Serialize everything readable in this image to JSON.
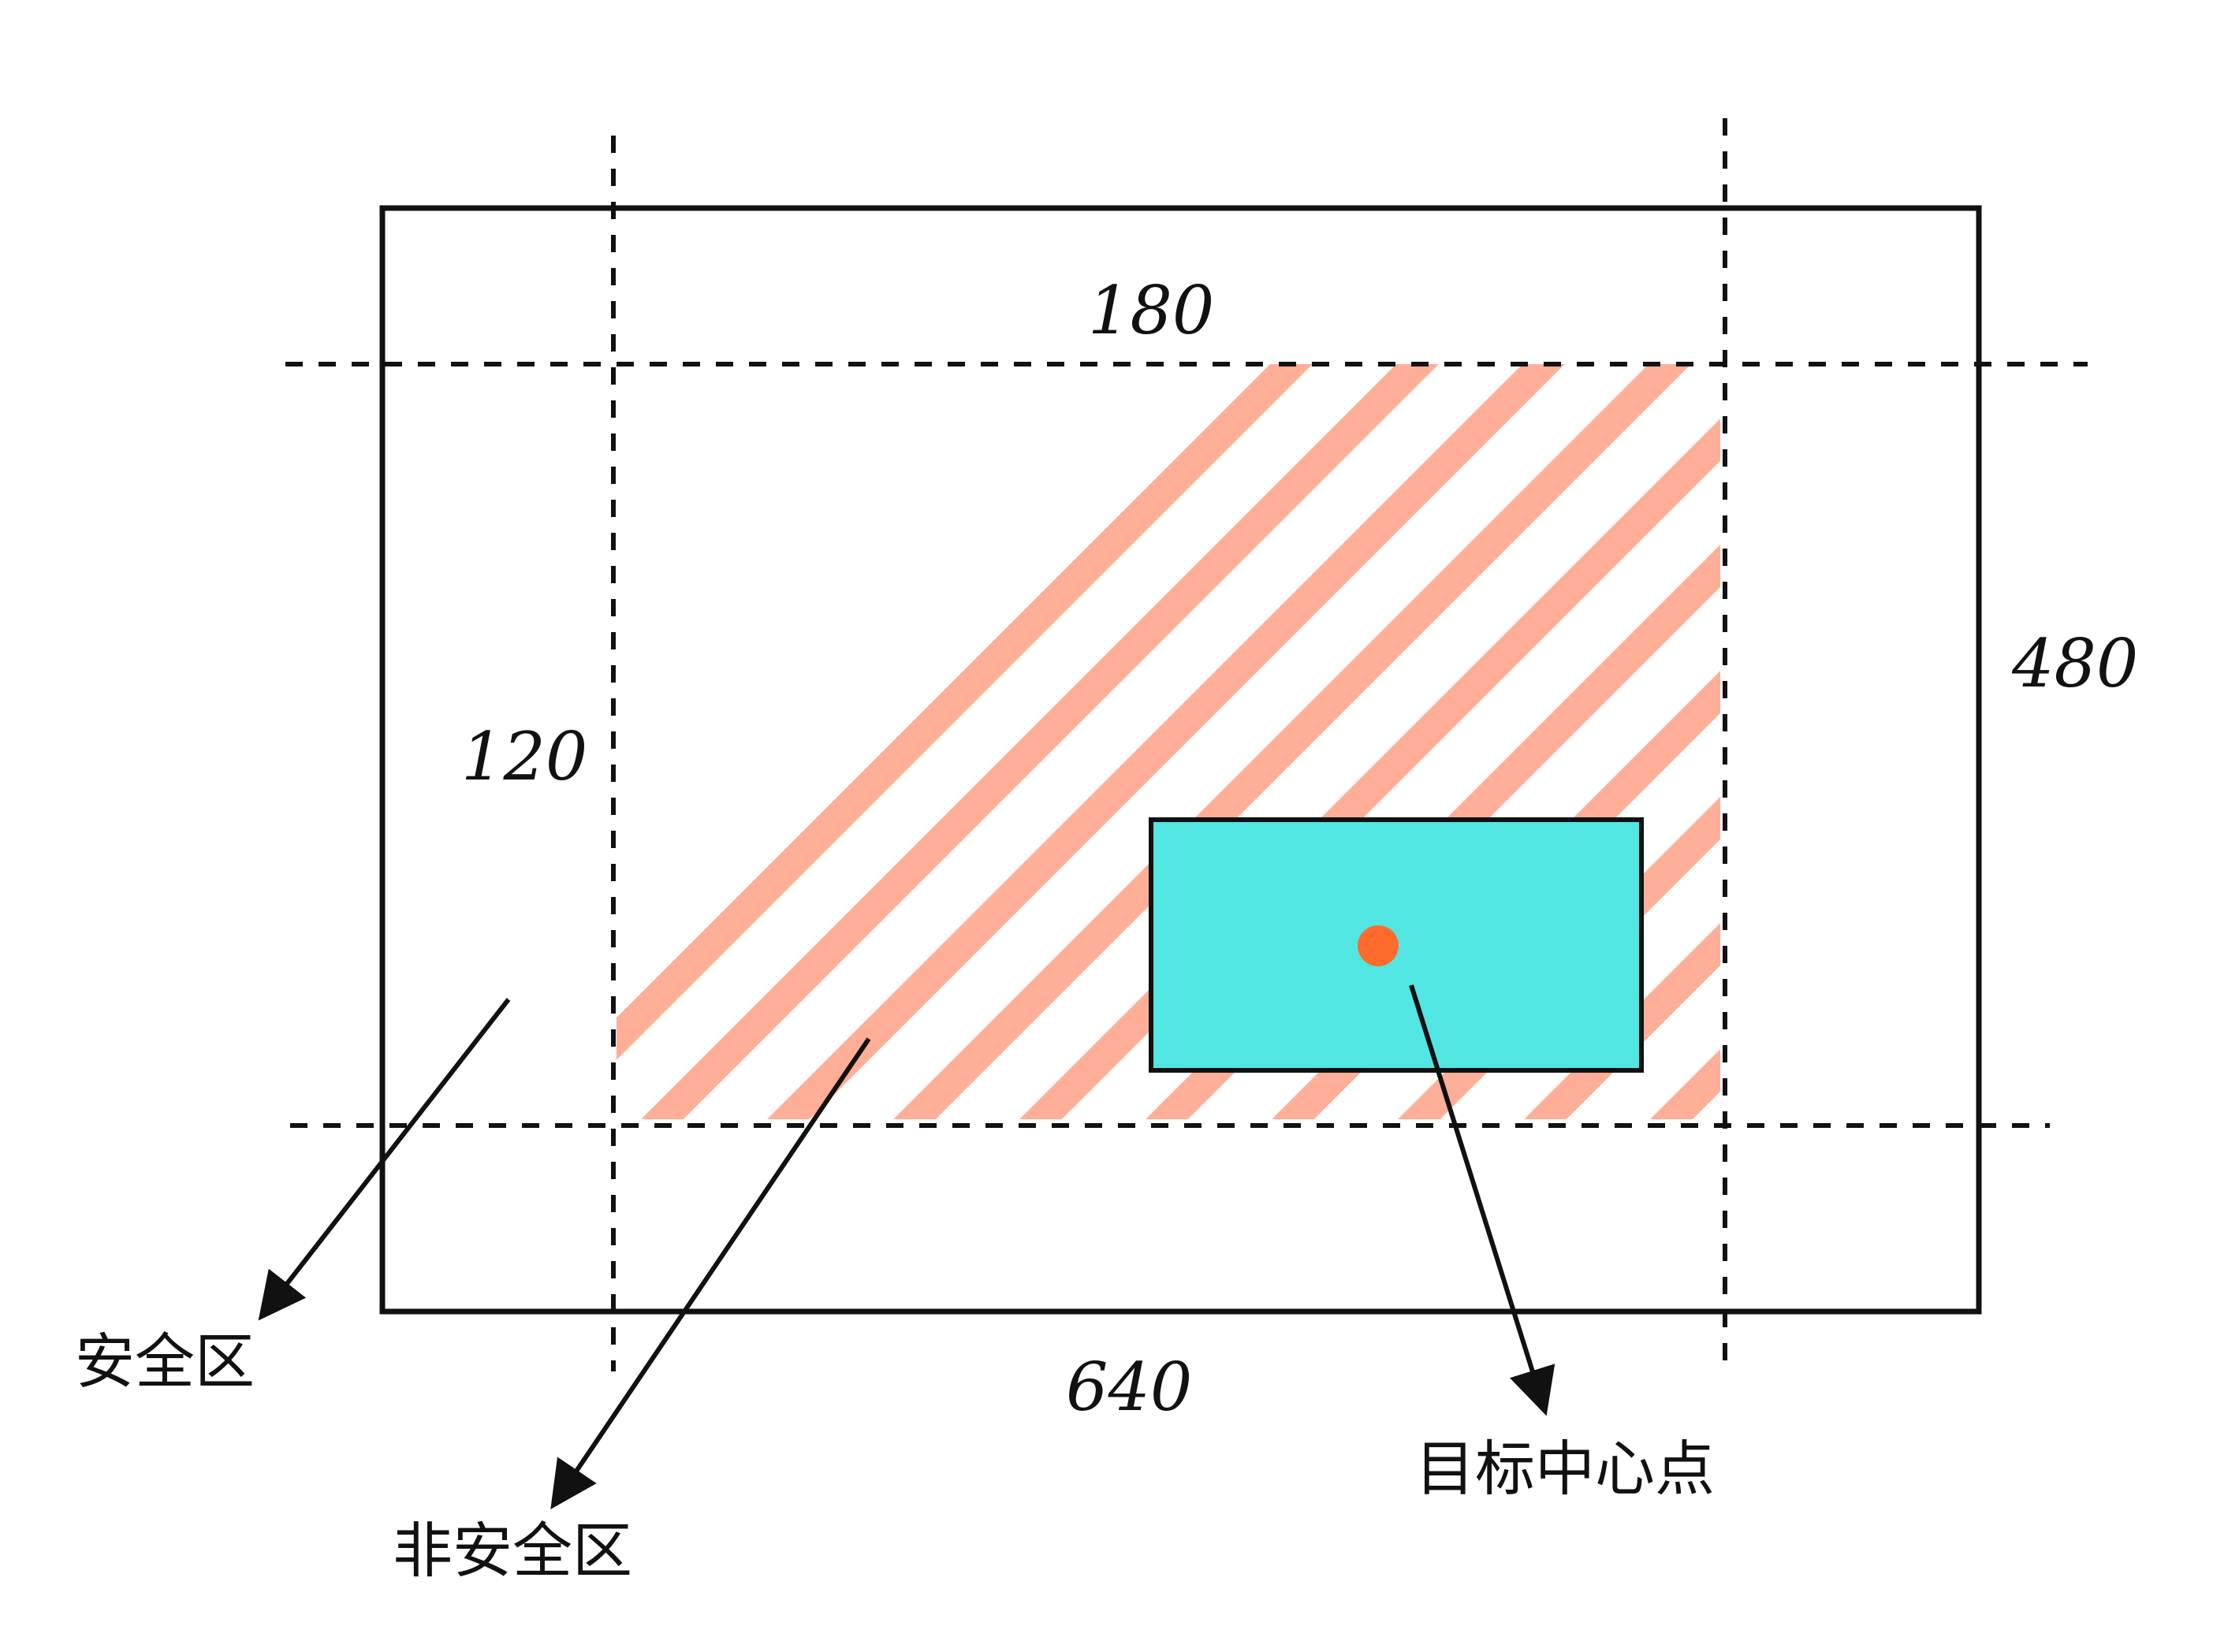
{
  "dimensions": {
    "width": "640",
    "height": "480",
    "margin_top": "180",
    "margin_left": "120"
  },
  "labels": {
    "safe_zone": "安全区",
    "unsafe_zone": "非安全区",
    "target_center": "目标中心点"
  },
  "colors": {
    "hatch": "#ffae98",
    "target_box": "#52e6e3",
    "center_dot": "#ff6b2c",
    "line": "#111111"
  }
}
